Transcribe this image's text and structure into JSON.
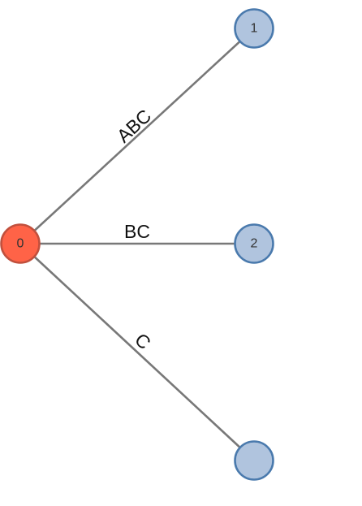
{
  "colors": {
    "background": "#ffffff",
    "edge": "#787878",
    "root_fill": "#ff6347",
    "root_stroke": "#c1503d",
    "leaf_fill": "#b0c4de",
    "leaf_stroke": "#4a7aad"
  },
  "nodes": {
    "root": {
      "label": "0"
    },
    "child_1": {
      "label": "1"
    },
    "child_2": {
      "label": "2"
    },
    "child_3": {
      "label": ""
    }
  },
  "edges": {
    "to_child_1": {
      "label": "ABC"
    },
    "to_child_2": {
      "label": "BC"
    },
    "to_child_3": {
      "label": "C"
    }
  }
}
